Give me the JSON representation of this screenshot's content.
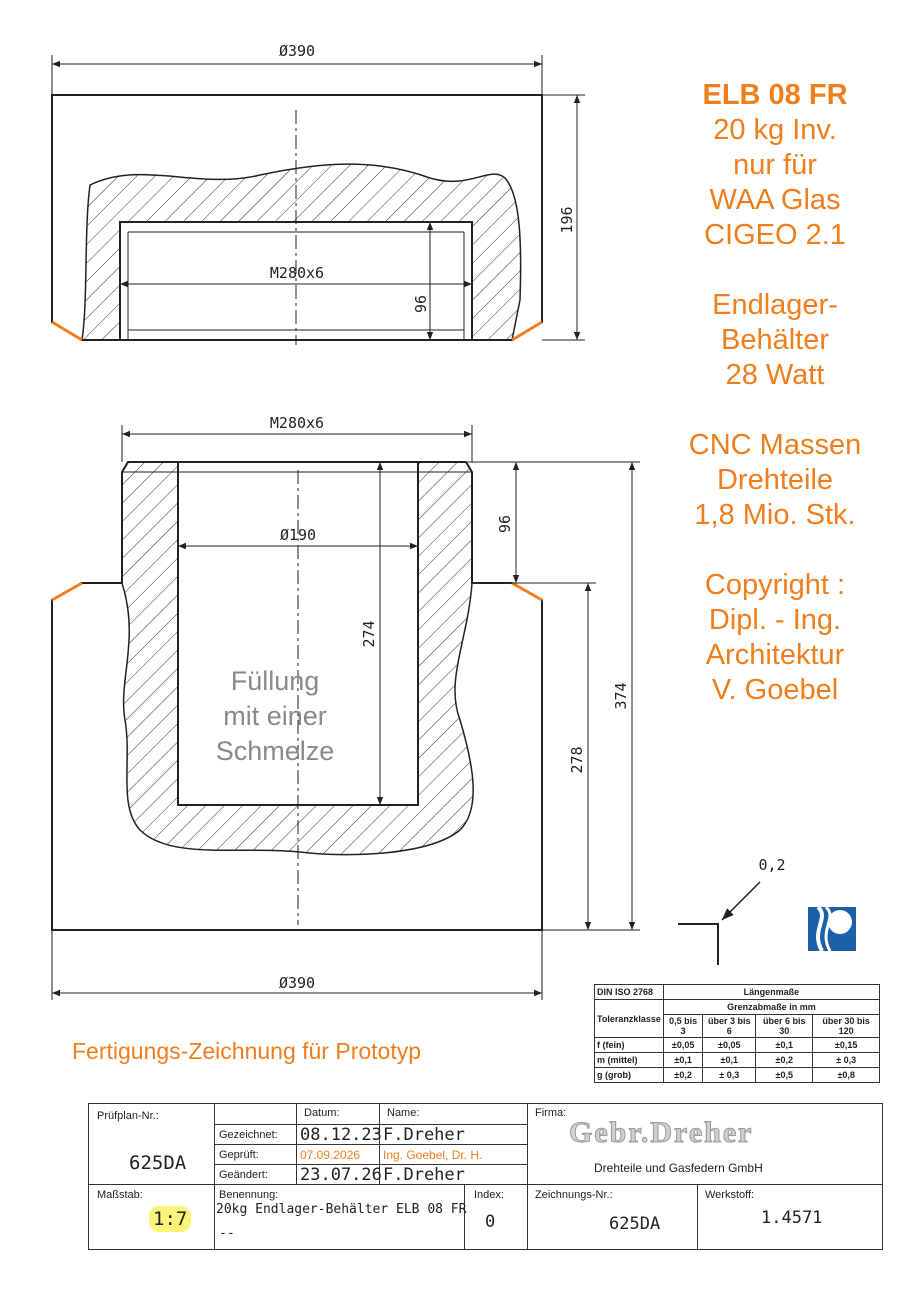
{
  "dims": {
    "top_dia": "Ø390",
    "top_height": "196",
    "top_thread": "M280x6",
    "top_thread_depth": "96",
    "bot_thread": "M280x6",
    "bot_thread_depth": "96",
    "bot_inner_dia": "Ø190",
    "bot_inner_depth": "274",
    "bot_total_height": "374",
    "bot_body_height": "278",
    "bot_dia": "Ø390",
    "roughness": "0,2"
  },
  "fill_note": [
    "Füllung",
    "mit einer",
    "Schmelze"
  ],
  "notes": [
    "ELB 08 FR",
    "20 kg Inv.",
    "nur für",
    "WAA Glas",
    "CIGEO 2.1",
    "",
    "Endlager-",
    "Behälter",
    "28 Watt",
    "",
    "CNC Massen",
    "Drehteile",
    "1,8 Mio. Stk.",
    "",
    "Copyright :",
    "Dipl. - Ing.",
    "Architektur",
    "V. Goebel"
  ],
  "subtitle": "Fertigungs-Zeichnung für Prototyp",
  "tolerance": {
    "norm": "DIN ISO 2768",
    "header": "Längenmaße",
    "subheader": "Grenzabmaße in mm",
    "class_label": "Toleranzklasse",
    "ranges": [
      "0,5 bis 3",
      "über 3 bis 6",
      "über 6 bis 30",
      "über 30 bis 120"
    ],
    "rows": [
      {
        "cls": "f (fein)",
        "vals": [
          "±0,05",
          "±0,05",
          "±0,1",
          "±0,15"
        ]
      },
      {
        "cls": "m (mittel)",
        "vals": [
          "±0,1",
          "±0,1",
          "±0,2",
          "± 0,3"
        ]
      },
      {
        "cls": "g (grob)",
        "vals": [
          "±0,2",
          "± 0,3",
          "±0,5",
          "±0,8"
        ]
      }
    ]
  },
  "titleblock": {
    "pruefplan_label": "Prüfplan-Nr.:",
    "pruefplan": "625DA",
    "datum_label": "Datum:",
    "name_label": "Name:",
    "gezeichnet_label": "Gezeichnet:",
    "gezeichnet_date": "08.12.23",
    "gezeichnet_name": "F.Dreher",
    "geprueft_label": "Geprüft:",
    "geprueft_date": "07.09.2026",
    "geprueft_name": "Ing. Goebel, Dr. H.",
    "geaendert_label": "Geändert:",
    "geaendert_date": "23.07.26",
    "geaendert_name": "F.Dreher",
    "firma_label": "Firma:",
    "firma_logo": "Gebr.Dreher",
    "firma_sub": "Drehteile und Gasfedern GmbH",
    "massstab_label": "Maßstab:",
    "massstab": "1:7",
    "benennung_label": "Benennung:",
    "benennung": "20kg Endlager-Behälter ELB 08 FR",
    "benennung2": "--",
    "index_label": "Index:",
    "index": "0",
    "zeichnung_label": "Zeichnungs-Nr.:",
    "zeichnung": "625DA",
    "werkstoff_label": "Werkstoff:",
    "werkstoff": "1.4571"
  },
  "colors": {
    "accent": "#f07e1c",
    "line": "#222222",
    "logo": "#1d5fa8"
  }
}
